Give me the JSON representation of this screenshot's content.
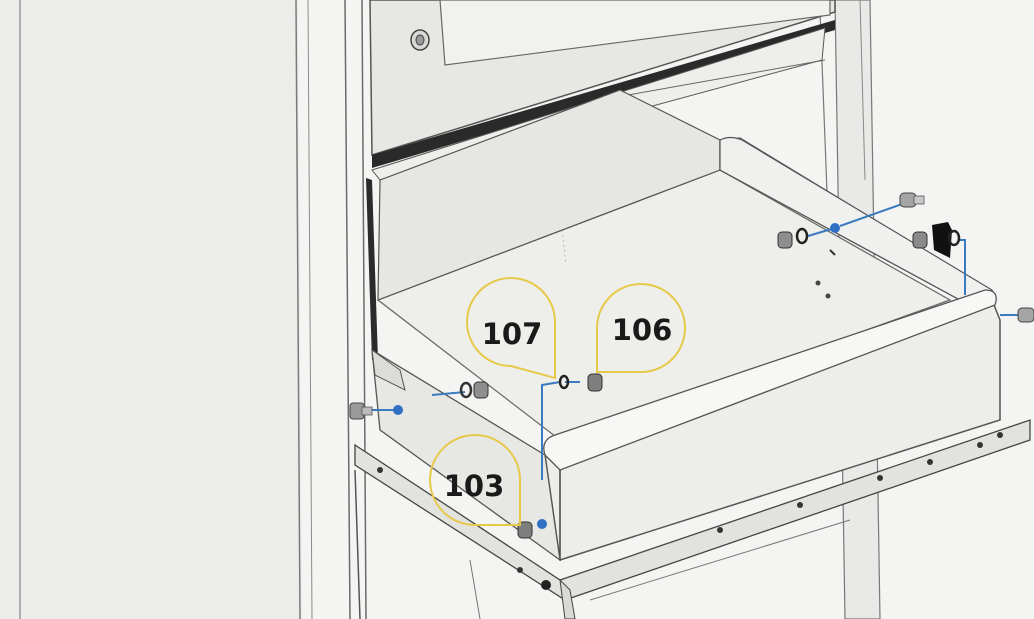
{
  "diagram": {
    "callouts": [
      {
        "id": "callout-107",
        "label": "107"
      },
      {
        "id": "callout-106",
        "label": "106"
      },
      {
        "id": "callout-103",
        "label": "103"
      }
    ],
    "colors": {
      "callout_outline": "#e6c949",
      "leader_line": "#3a7bbf",
      "hardware_dot": "#2f6fc4",
      "sheet_metal": "#efefec",
      "edge_line": "#5a5a5a"
    }
  }
}
